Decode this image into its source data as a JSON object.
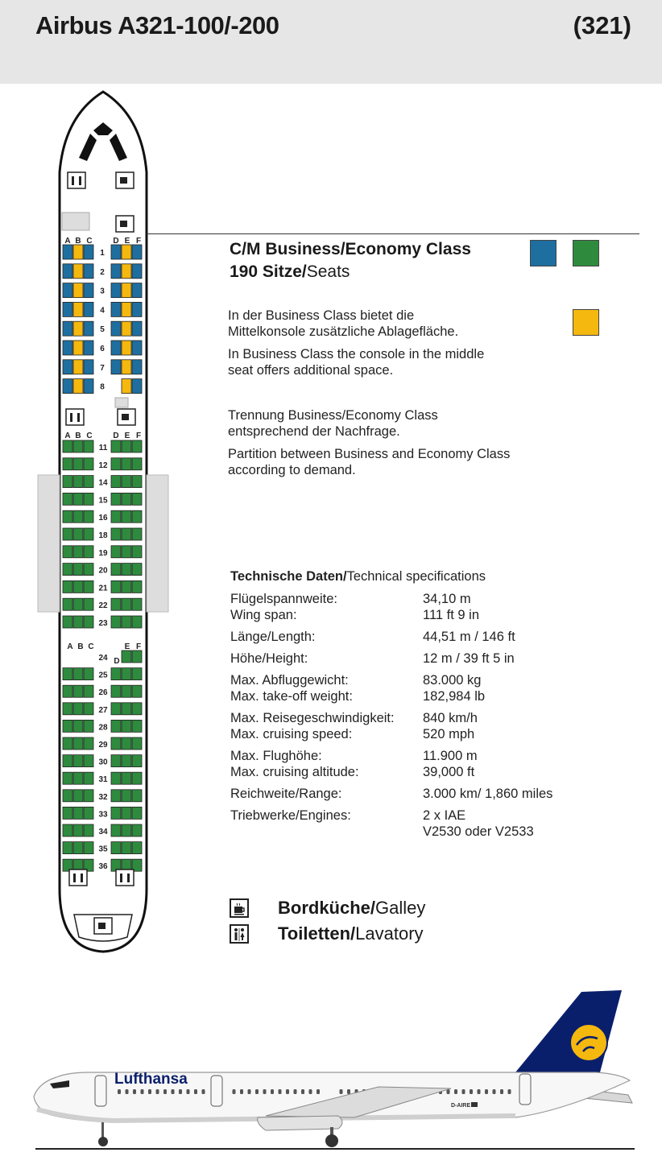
{
  "header": {
    "title": "Airbus A321-100/-200",
    "code": "(321)"
  },
  "config": {
    "line1": "C/M Business/Economy Class",
    "seats_count_bold": "190 Sitze/",
    "seats_label": "Seats"
  },
  "notes": {
    "console_de": [
      "In der Business Class bietet die",
      "Mittelkonsole zusätzliche Ablagefläche."
    ],
    "console_en": [
      "In Business Class the console in the middle",
      "seat offers additional space."
    ],
    "partition_de": [
      "Trennung Business/Economy Class",
      "entsprechend der Nachfrage."
    ],
    "partition_en": [
      "Partition between Business and Economy Class",
      "according to demand."
    ]
  },
  "colors": {
    "business": "#1e6fa0",
    "economy": "#2e8b3e",
    "console": "#f5b80f",
    "lufthansa_blue": "#0a1f6b",
    "lufthansa_yellow": "#f5b80f"
  },
  "specs": {
    "title_bold": "Technische Daten/",
    "title_rest": "Technical specifications",
    "rows": [
      {
        "label": [
          "Flügelspannweite:",
          "Wing span:"
        ],
        "value": [
          "34,10 m",
          "111 ft 9 in"
        ]
      },
      {
        "label": [
          "Länge/Length:"
        ],
        "value": [
          "44,51 m / 146 ft"
        ]
      },
      {
        "label": [
          "Höhe/Height:"
        ],
        "value": [
          "12 m / 39 ft 5 in"
        ]
      },
      {
        "label": [
          "Max. Abfluggewicht:",
          "Max. take-off weight:"
        ],
        "value": [
          "83.000 kg",
          "182,984 lb"
        ]
      },
      {
        "label": [
          "Max. Reisegeschwindigkeit:",
          "Max. cruising speed:"
        ],
        "value": [
          "840 km/h",
          "520 mph"
        ]
      },
      {
        "label": [
          "Max. Flughöhe:",
          "Max. cruising altitude:"
        ],
        "value": [
          "11.900 m",
          "39,000 ft"
        ]
      },
      {
        "label": [
          "Reichweite/Range:"
        ],
        "value": [
          "3.000 km/ 1,860 miles"
        ]
      },
      {
        "label": [
          "Triebwerke/Engines:"
        ],
        "value": [
          "2 x IAE",
          "V2530 oder V2533"
        ]
      }
    ]
  },
  "legend": {
    "galley_bold": "Bordküche/",
    "galley_rest": "Galley",
    "lavatory_bold": "Toiletten/",
    "lavatory_rest": "Lavatory"
  },
  "seatmap": {
    "column_labels_left": [
      "A",
      "B",
      "C"
    ],
    "column_labels_right": [
      "D",
      "E",
      "F"
    ],
    "business_rows": [
      "1",
      "2",
      "3",
      "4",
      "5",
      "6",
      "7",
      "8"
    ],
    "economy_rows_front": [
      "11",
      "12",
      "14",
      "15",
      "16",
      "18",
      "19",
      "20",
      "21",
      "22",
      "23"
    ],
    "economy_rows_rear": [
      "24",
      "25",
      "26",
      "27",
      "28",
      "29",
      "30",
      "31",
      "32",
      "33",
      "34",
      "35",
      "36"
    ],
    "rear_col_labels_left": [
      "A",
      "B",
      "C"
    ],
    "rear_col_labels_right_d": "D",
    "rear_col_labels_right_ef": [
      "E",
      "F"
    ]
  },
  "plane": {
    "brand": "Lufthansa",
    "registration": "D-AIRE"
  }
}
